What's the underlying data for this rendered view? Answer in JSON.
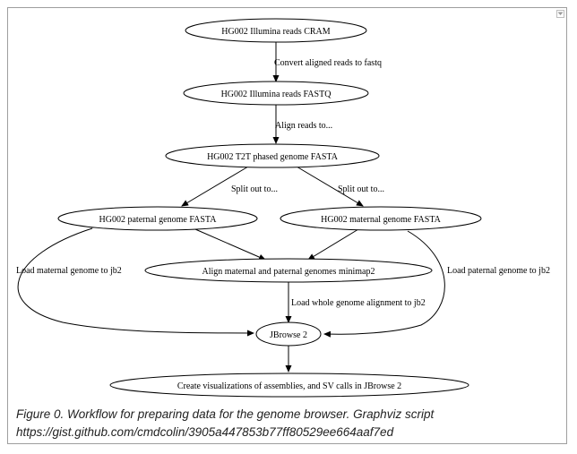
{
  "nodes": {
    "cram": "HG002 Illumina reads CRAM",
    "fastq": "HG002 Illumina reads FASTQ",
    "t2t": "HG002 T2T phased genome FASTA",
    "paternal": "HG002 paternal genome FASTA",
    "maternal": "HG002 maternal genome FASTA",
    "align": "Align maternal and paternal genomes minimap2",
    "jbrowse": "JBrowse 2",
    "visualize": "Create visualizations of assemblies, and SV calls in JBrowse 2"
  },
  "edges": {
    "convert": "Convert aligned reads to fastq",
    "align_reads": "Align reads to...",
    "split_left": "Split out to...",
    "split_right": "Split out to...",
    "load_maternal": "Load maternal genome to jb2",
    "load_whole": "Load whole genome alignment to jb2",
    "load_paternal": "Load paternal genome to jb2"
  },
  "caption": {
    "line1": "Figure 0. Workflow for preparing data for the genome browser. Graphviz script",
    "line2": "https://gist.github.com/cmdcolin/3905a447853b77ff80529ee664aaf7ed"
  }
}
